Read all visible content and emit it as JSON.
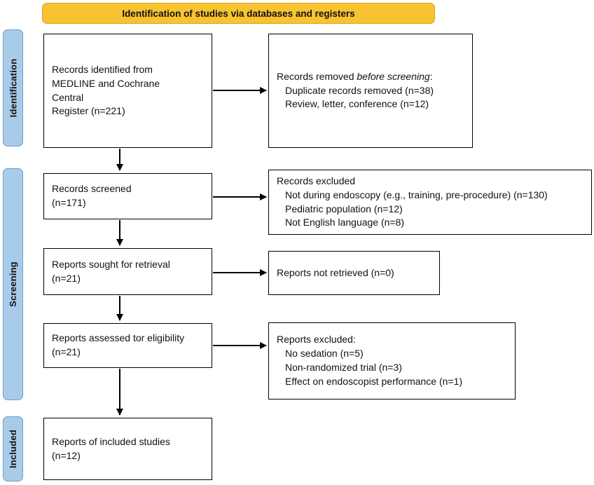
{
  "banner": {
    "title": "Identification of studies via databases and registers"
  },
  "stages": {
    "identification": "Identification",
    "screening": "Screening",
    "included": "Included"
  },
  "boxes": {
    "identified": {
      "lines": [
        "Records identified from",
        "MEDLINE and Cochrane",
        "Central",
        "Register (n=221)"
      ]
    },
    "removed": {
      "line1_prefix": "Records removed ",
      "line1_italic": "before screening",
      "line1_suffix": ":",
      "items": [
        "Duplicate records removed (n=38)",
        "Review, letter, conference (n=12)"
      ]
    },
    "screened": {
      "lines": [
        "Records screened",
        "(n=171)"
      ]
    },
    "excluded_screening": {
      "title": "Records excluded",
      "items": [
        "Not during endoscopy (e.g., training, pre-procedure) (n=130)",
        "Pediatric population (n=12)",
        "Not English language (n=8)"
      ]
    },
    "sought": {
      "lines": [
        "Reports sought for retrieval",
        "(n=21)"
      ]
    },
    "not_retrieved": {
      "lines": [
        "Reports not retrieved (n=0)"
      ]
    },
    "assessed": {
      "lines": [
        "Reports assessed tor eligibility",
        "(n=21)"
      ]
    },
    "excluded_eligibility": {
      "title": "Reports excluded:",
      "items": [
        "No sedation (n=5)",
        "Non-randomized trial (n=3)",
        "Effect on endoscopist performance (n=1)"
      ]
    },
    "included_studies": {
      "lines": [
        "Reports of included studies",
        "(n=12)"
      ]
    }
  },
  "colors": {
    "banner_bg": "#F8C331",
    "banner_border": "#D9A41B",
    "stage_bg": "#A9CBEA",
    "stage_border": "#6E9EC8",
    "box_border": "#000000",
    "arrow": "#000000"
  }
}
